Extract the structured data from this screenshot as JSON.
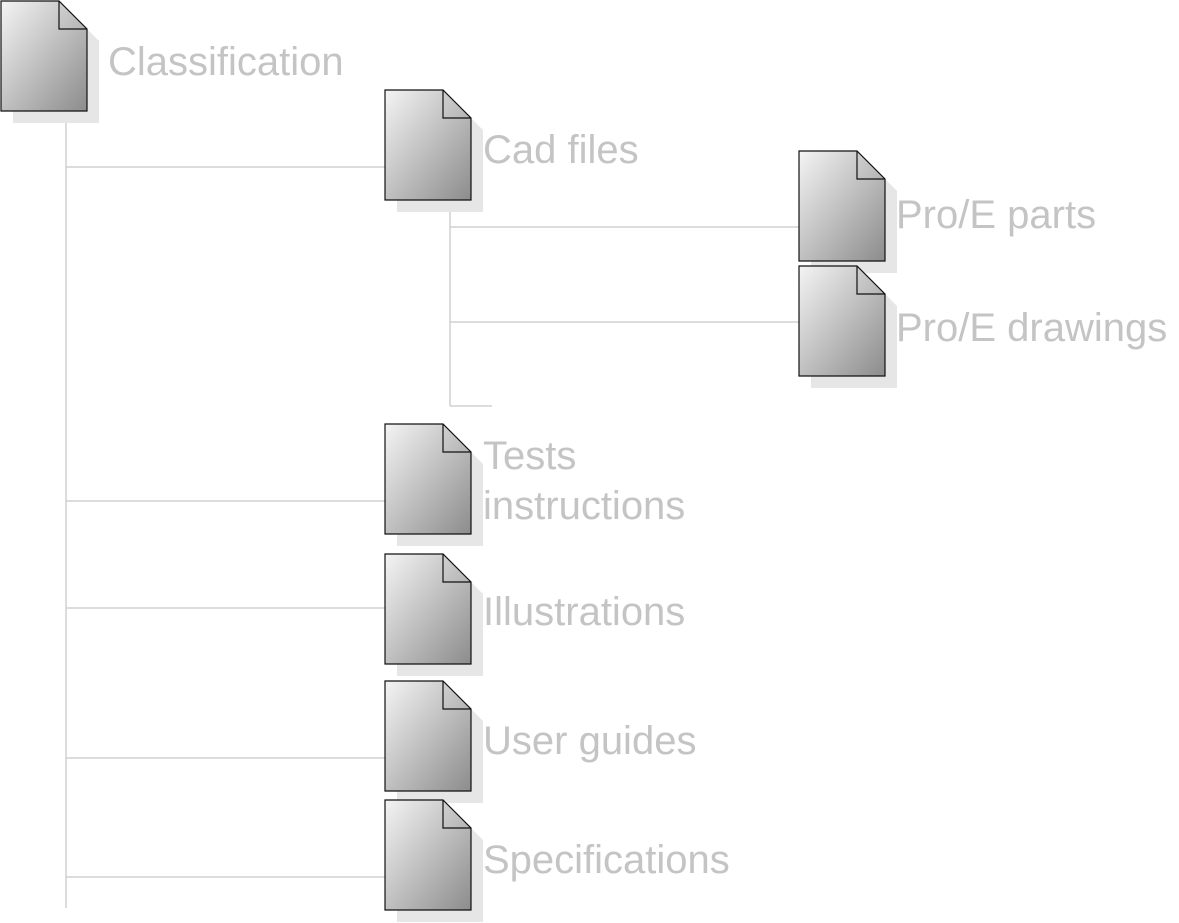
{
  "diagram": {
    "colors": {
      "connector": "#d0d0d0",
      "label": "#c4c4c4",
      "shadow": "#e6e6e6",
      "doc_stroke": "#111111",
      "doc_light": "#f4f4f4",
      "doc_dark": "#8c8c8c"
    },
    "icon": "document-icon",
    "root": {
      "label": "Classification"
    },
    "nodes": [
      {
        "label": "Cad files",
        "children": [
          {
            "label": "Pro/E parts"
          },
          {
            "label": "Pro/E drawings"
          }
        ]
      },
      {
        "label": "Tests instructions"
      },
      {
        "label": "Illustrations"
      },
      {
        "label": "User guides"
      },
      {
        "label": "Specifications"
      }
    ]
  }
}
